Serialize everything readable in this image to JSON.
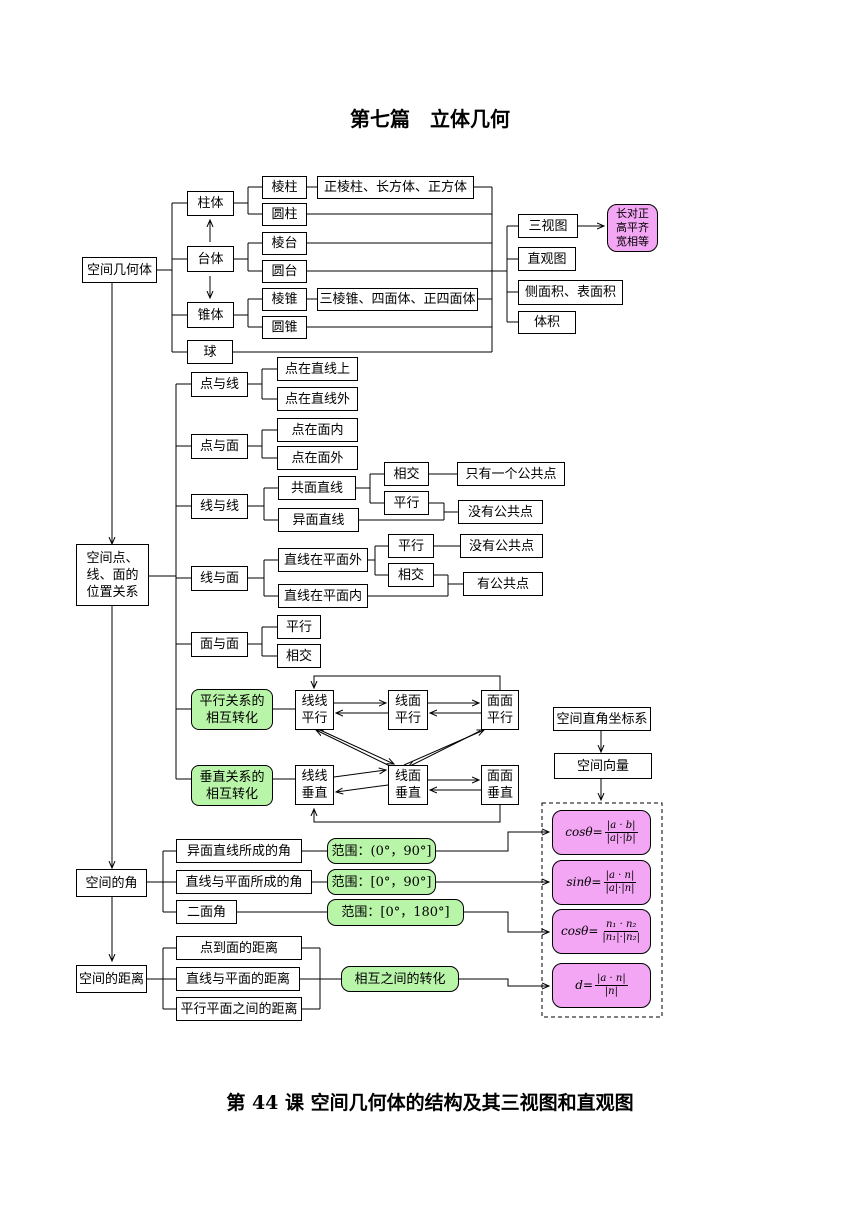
{
  "page_title": "第七篇　立体几何",
  "lesson_title": "第 44 课  空间几何体的结构及其三视图和直观图",
  "solid": {
    "root": "空间几何体",
    "kinds": [
      "柱体",
      "台体",
      "锥体",
      "球"
    ],
    "subkinds": [
      "棱柱",
      "圆柱",
      "棱台",
      "圆台",
      "棱锥",
      "圆锥"
    ],
    "prism_examples": "正棱柱、长方体、正方体",
    "pyramid_examples": "三棱锥、四面体、正四面体",
    "topics": [
      "三视图",
      "直观图",
      "侧面积、表面积",
      "体积"
    ],
    "three_view_rule": "长对正\n高平齐\n宽相等"
  },
  "relations": {
    "root": "空间点、\n线、面的\n位置关系",
    "pt_line": "点与线",
    "pt_line_items": [
      "点在直线上",
      "点在直线外"
    ],
    "pt_plane": "点与面",
    "pt_plane_items": [
      "点在面内",
      "点在面外"
    ],
    "line_line": "线与线",
    "coplanar": "共面直线",
    "skew": "异面直线",
    "intersect": "相交",
    "parallel": "平行",
    "one_common": "只有一个公共点",
    "no_common": "没有公共点",
    "has_common": "有公共点",
    "line_plane": "线与面",
    "outside": "直线在平面外",
    "inside": "直线在平面内",
    "plane_plane": "面与面",
    "par_trans": "平行关系的\n相互转化",
    "perp_trans": "垂直关系的\n相互转化",
    "ll_par": "线线\n平行",
    "lp_par": "线面\n平行",
    "pp_par": "面面\n平行",
    "ll_perp": "线线\n垂直",
    "lp_perp": "线面\n垂直",
    "pp_perp": "面面\n垂直",
    "coord_sys": "空间直角坐标系",
    "vector": "空间向量"
  },
  "angles": {
    "root": "空间的角",
    "items": [
      "异面直线所成的角",
      "直线与平面所成的角",
      "二面角"
    ],
    "ranges": [
      "范围：(0°，90°]",
      "范围：[0°，90°]",
      "范围：[0°，180°]"
    ]
  },
  "distances": {
    "root": "空间的距离",
    "items": [
      "点到面的距离",
      "直线与平面的距离",
      "平行平面之间的距离"
    ],
    "conversion": "相互之间的转化"
  },
  "formulas": [
    {
      "lhs": "cosθ=",
      "num": "|a · b|",
      "den": "|a|·|b|"
    },
    {
      "lhs": "sinθ=",
      "num": "|a · n|",
      "den": "|a|·|n|"
    },
    {
      "lhs": "cosθ=",
      "num": "n₁ · n₂",
      "den": "|n₁|·|n₂|"
    },
    {
      "lhs": "d=",
      "num": "|a · n|",
      "den": "|n|"
    }
  ]
}
